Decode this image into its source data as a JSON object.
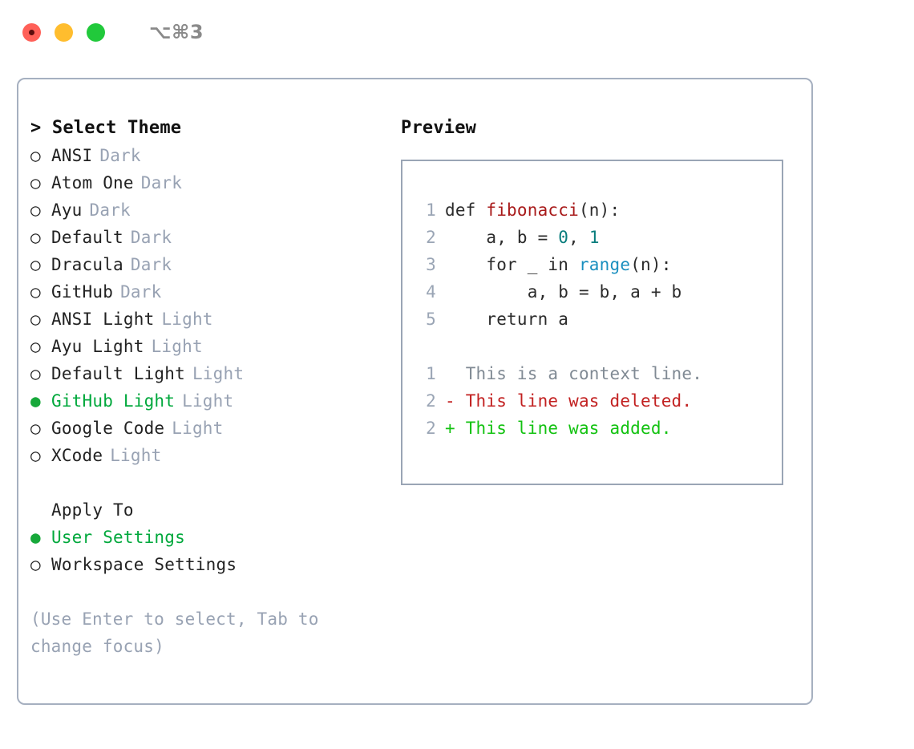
{
  "titlebar": {
    "lights": [
      {
        "name": "close",
        "color": "#ff6058"
      },
      {
        "name": "minimize",
        "color": "#ffbd2e"
      },
      {
        "name": "maximize",
        "color": "#21c93b"
      }
    ],
    "shortcut": "⌥⌘3"
  },
  "theme_picker": {
    "header": "> Select Theme",
    "selected_theme": "GitHub Light",
    "options": [
      {
        "label": "ANSI",
        "badge": "Dark",
        "selected": false,
        "bullet": "○"
      },
      {
        "label": "Atom One",
        "badge": "Dark",
        "selected": false,
        "bullet": "○"
      },
      {
        "label": "Ayu",
        "badge": "Dark",
        "selected": false,
        "bullet": "○"
      },
      {
        "label": "Default",
        "badge": "Dark",
        "selected": false,
        "bullet": "○"
      },
      {
        "label": "Dracula",
        "badge": "Dark",
        "selected": false,
        "bullet": "○"
      },
      {
        "label": "GitHub",
        "badge": "Dark",
        "selected": false,
        "bullet": "○"
      },
      {
        "label": "ANSI Light",
        "badge": "Light",
        "selected": false,
        "bullet": "○"
      },
      {
        "label": "Ayu Light",
        "badge": "Light",
        "selected": false,
        "bullet": "○"
      },
      {
        "label": "Default Light",
        "badge": "Light",
        "selected": false,
        "bullet": "○"
      },
      {
        "label": "GitHub Light",
        "badge": "Light",
        "selected": true,
        "bullet": "●"
      },
      {
        "label": "Google Code",
        "badge": "Light",
        "selected": false,
        "bullet": "○"
      },
      {
        "label": "XCode",
        "badge": "Light",
        "selected": false,
        "bullet": "○"
      }
    ]
  },
  "apply_to": {
    "header": "Apply To",
    "selected_target": "User Settings",
    "options": [
      {
        "label": "User Settings",
        "selected": true,
        "bullet": "●"
      },
      {
        "label": "Workspace Settings",
        "selected": false,
        "bullet": "○"
      }
    ]
  },
  "hint": "(Use Enter to select, Tab to change focus)",
  "preview": {
    "title": "Preview",
    "code_lines": [
      {
        "lineno": "1",
        "tokens": [
          {
            "t": "def ",
            "c": "plain"
          },
          {
            "t": "fibonacci",
            "c": "fn"
          },
          {
            "t": "(n):",
            "c": "plain"
          }
        ]
      },
      {
        "lineno": "2",
        "tokens": [
          {
            "t": "    a, b = ",
            "c": "plain"
          },
          {
            "t": "0",
            "c": "num"
          },
          {
            "t": ", ",
            "c": "plain"
          },
          {
            "t": "1",
            "c": "num"
          }
        ]
      },
      {
        "lineno": "3",
        "tokens": [
          {
            "t": "    for _ in ",
            "c": "plain"
          },
          {
            "t": "range",
            "c": "call"
          },
          {
            "t": "(n):",
            "c": "plain"
          }
        ]
      },
      {
        "lineno": "4",
        "tokens": [
          {
            "t": "        a, b = b, a + b",
            "c": "plain"
          }
        ]
      },
      {
        "lineno": "5",
        "tokens": [
          {
            "t": "    return a",
            "c": "plain"
          }
        ]
      }
    ],
    "diff_lines": [
      {
        "lineno": "1",
        "mark": "  ",
        "text": "This is a context line.",
        "kind": "context"
      },
      {
        "lineno": "2",
        "mark": "- ",
        "text": "This line was deleted.",
        "kind": "del"
      },
      {
        "lineno": "2",
        "mark": "+ ",
        "text": "This line was added.",
        "kind": "add"
      }
    ]
  }
}
